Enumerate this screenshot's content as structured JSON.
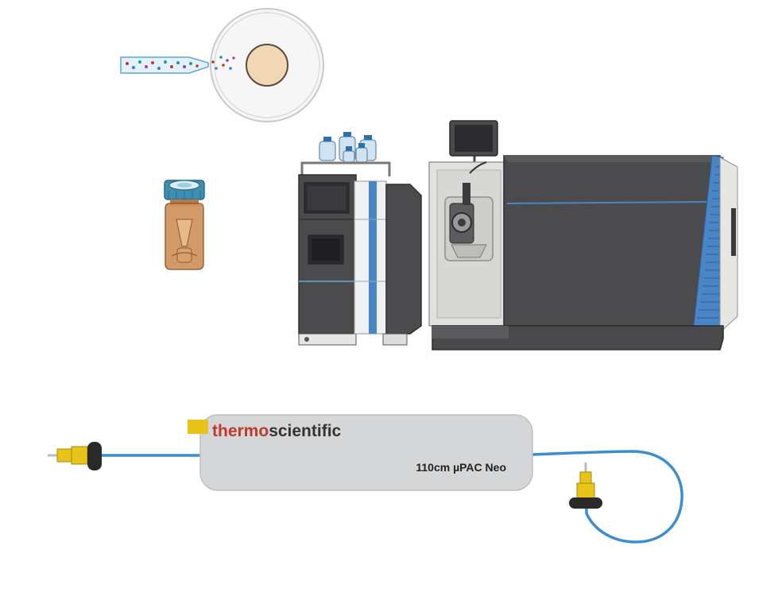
{
  "column": {
    "brand_prefix": "thermo",
    "brand_suffix": "scientific",
    "model": "110cm µPAC Neo"
  },
  "colors": {
    "brand_red": "#c0392b",
    "brand_dark": "#333333",
    "capillary_blue": "#3b8fd0",
    "fitting_yellow": "#e8c31a",
    "instrument_dark": "#4b4b4d",
    "instrument_light": "#e1e1dd",
    "accent_blue": "#4a86c5",
    "vial_amber": "#cf915d",
    "vial_cap": "#3c8fb0"
  },
  "icons": {
    "emitter": "nanospray-emitter-icon",
    "petri": "petri-dish-icon",
    "vial": "sample-vial-icon",
    "lc": "lc-system-icon",
    "ms": "mass-spectrometer-icon",
    "column": "upac-column-icon"
  }
}
